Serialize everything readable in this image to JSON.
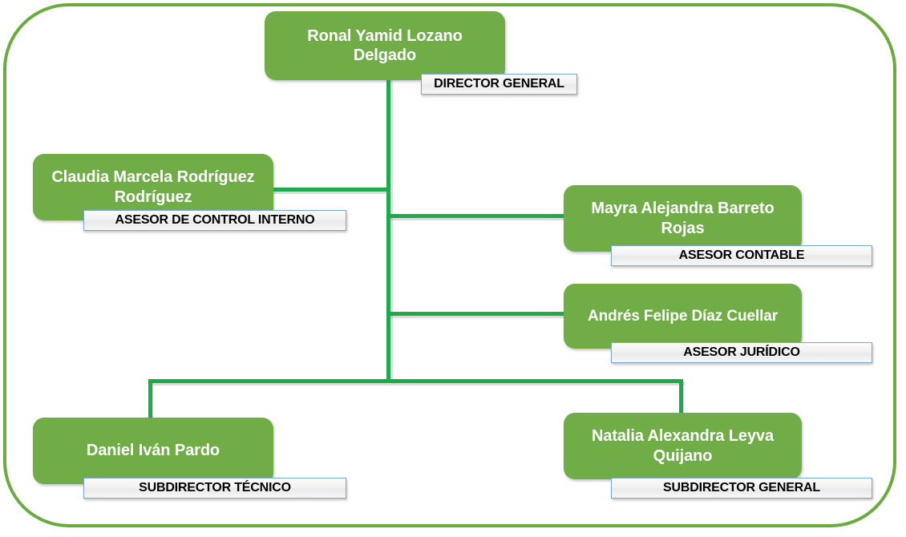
{
  "chart_data": {
    "type": "diagram",
    "title": "Organigrama",
    "nodes": [
      {
        "id": "director",
        "name": "Ronal Yamid Lozano Delgado",
        "role": "DIRECTOR GENERAL",
        "level": 0
      },
      {
        "id": "control",
        "name": "Claudia Marcela Rodríguez Rodríguez",
        "role": "ASESOR DE CONTROL INTERNO",
        "level": 1
      },
      {
        "id": "contable",
        "name": "Mayra Alejandra Barreto Rojas",
        "role": "ASESOR CONTABLE",
        "level": 1
      },
      {
        "id": "juridico",
        "name": "Andrés Felipe Díaz Cuellar",
        "role": "ASESOR JURÍDICO",
        "level": 1
      },
      {
        "id": "tecnico",
        "name": "Daniel Iván Pardo",
        "role": "SUBDIRECTOR TÉCNICO",
        "level": 2
      },
      {
        "id": "general",
        "name": "Natalia Alexandra Leyva Quijano",
        "role": "SUBDIRECTOR GENERAL",
        "level": 2
      }
    ],
    "edges": [
      {
        "from": "director",
        "to": "control"
      },
      {
        "from": "director",
        "to": "contable"
      },
      {
        "from": "director",
        "to": "juridico"
      },
      {
        "from": "director",
        "to": "tecnico"
      },
      {
        "from": "director",
        "to": "general"
      }
    ]
  },
  "colors": {
    "node_fill": "#70AD47",
    "connector": "#1EA94C",
    "frame_border": "#6AAB3F",
    "role_border": "#7BA7D7",
    "node_text": "#FFFFFF",
    "role_text": "#000000"
  },
  "nodes": {
    "director": {
      "name_line1": "Ronal Yamid Lozano",
      "name_line2": "Delgado",
      "role": "DIRECTOR GENERAL"
    },
    "control": {
      "name_line1": "Claudia Marcela Rodríguez",
      "name_line2": "Rodríguez",
      "role": "ASESOR DE CONTROL INTERNO"
    },
    "contable": {
      "name_line1": "Mayra Alejandra Barreto",
      "name_line2": "Rojas",
      "role": "ASESOR CONTABLE"
    },
    "juridico": {
      "name_line1": "Andrés Felipe Díaz Cuellar",
      "name_line2": "",
      "role": "ASESOR JURÍDICO"
    },
    "tecnico": {
      "name_line1": "Daniel Iván Pardo",
      "name_line2": "",
      "role": "SUBDIRECTOR TÉCNICO"
    },
    "general": {
      "name_line1": "Natalia Alexandra Leyva",
      "name_line2": "Quijano",
      "role": "SUBDIRECTOR GENERAL"
    }
  }
}
